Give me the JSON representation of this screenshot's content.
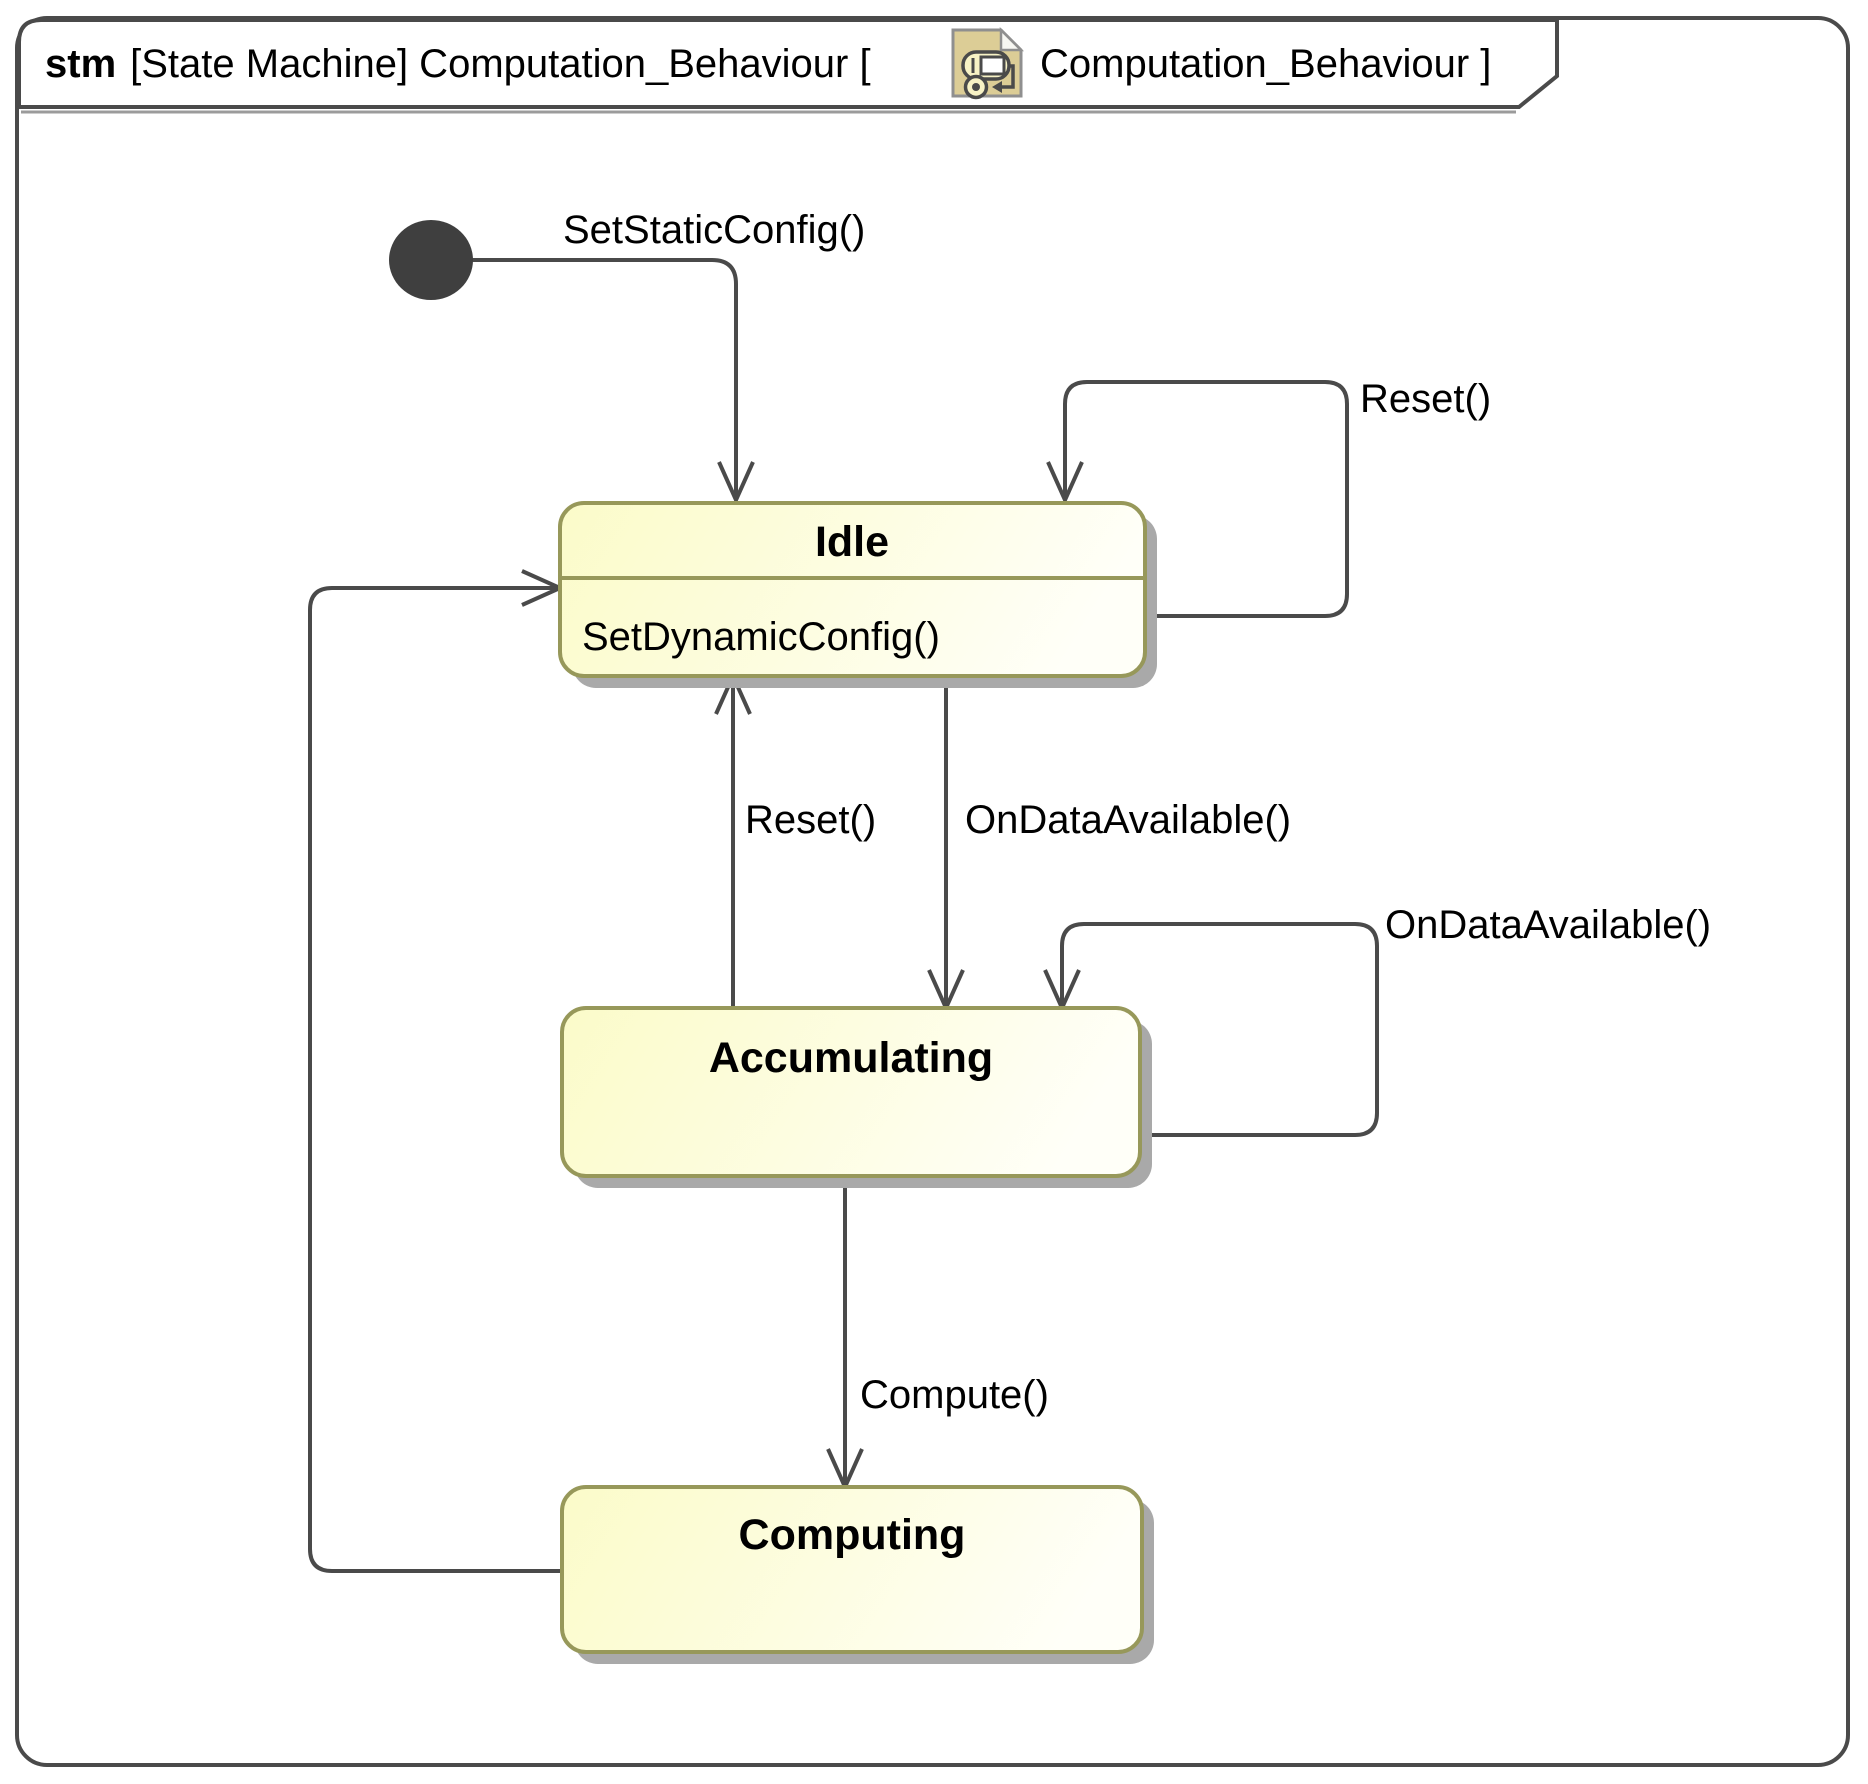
{
  "header": {
    "keyword": "stm",
    "title_rest": "[State Machine] Computation_Behaviour [",
    "diagram_ref": "Computation_Behaviour ]",
    "icon": "state-machine-diagram-icon"
  },
  "states": [
    {
      "name": "Idle",
      "internal_behavior": "SetDynamicConfig()"
    },
    {
      "name": "Accumulating",
      "internal_behavior": ""
    },
    {
      "name": "Computing",
      "internal_behavior": ""
    }
  ],
  "initial_node": {
    "kind": "initial-pseudostate"
  },
  "transitions": [
    {
      "label": "SetStaticConfig()",
      "from": "initial",
      "to": "Idle"
    },
    {
      "label": "Reset()",
      "from": "Idle",
      "to": "Idle"
    },
    {
      "label": "Reset()",
      "from": "Accumulating",
      "to": "Idle"
    },
    {
      "label": "OnDataAvailable()",
      "from": "Idle",
      "to": "Accumulating"
    },
    {
      "label": "OnDataAvailable()",
      "from": "Accumulating",
      "to": "Accumulating"
    },
    {
      "label": "Compute()",
      "from": "Accumulating",
      "to": "Computing"
    },
    {
      "label": "",
      "from": "Computing",
      "to": "Idle"
    }
  ],
  "colors": {
    "state_border": "#97985a",
    "state_fill_left": "#fbfbc9",
    "state_fill_right": "#fffff8",
    "line": "#4a4a4a",
    "shadow": "#a9a9a9",
    "initial_node": "#3f3f3f",
    "icon_document_fill": "#dccd96"
  }
}
